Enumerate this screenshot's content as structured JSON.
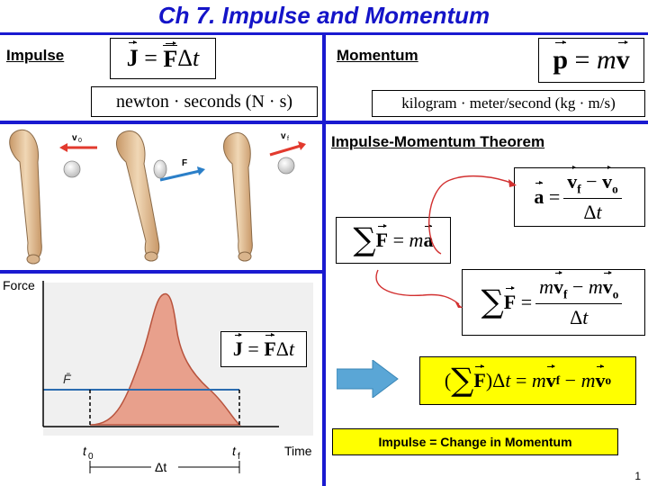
{
  "slide": {
    "title": "Ch 7. Impulse and Momentum",
    "page_number": "1"
  },
  "impulse": {
    "heading": "Impulse",
    "units": "newton · seconds (N · s)"
  },
  "momentum": {
    "heading": "Momentum",
    "units": "kilogram · meter/second (kg · m/s)"
  },
  "theorem": {
    "heading": "Impulse-Momentum Theorem",
    "summary": "Impulse = Change in Momentum"
  },
  "illustration": {
    "labels": [
      "v0",
      "F",
      "vf"
    ],
    "colors": {
      "bat": "#e8c9a0",
      "ball": "#f0f0f0",
      "arrow_red": "#e23a2e",
      "arrow_blue": "#2b7fc8"
    }
  },
  "graph": {
    "y_label": "Force",
    "x_label": "Time",
    "avg_label": "F̄",
    "t0_label": "t",
    "t0_sub": "0",
    "tf_label": "t",
    "tf_sub": "f",
    "dt_label": "Δt",
    "colors": {
      "curve_fill": "#e8a08c",
      "curve_stroke": "#b8533d",
      "avg_line": "#2b6cb0",
      "background": "#f0f0f0"
    }
  },
  "colors": {
    "title": "#1414c8",
    "dividers": "#1a1ad0",
    "highlight": "#ffff00",
    "arrow_block": "#5aa6d6"
  }
}
